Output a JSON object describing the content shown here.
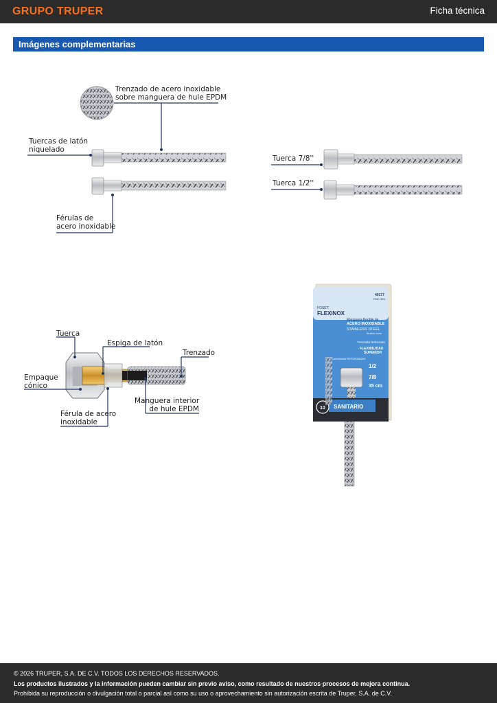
{
  "header": {
    "brand": "GRUPO TRUPER",
    "doc_type": "Ficha técnica"
  },
  "section": {
    "title": "Imágenes complementarias"
  },
  "diagram1": {
    "label_braid": [
      "Trenzado de acero inoxidable",
      "sobre manguera de hule EPDM"
    ],
    "label_nuts": [
      "Tuercas de latón",
      "niquelado"
    ],
    "label_ferrules": [
      "Férulas de",
      "acero inoxidable"
    ]
  },
  "diagram2": {
    "label_nut_78": "Tuerca 7/8''",
    "label_nut_12": "Tuerca 1/2''"
  },
  "diagram3": {
    "label_nut": "Tuerca",
    "label_spigot": "Espiga de latón",
    "label_braid": "Trenzado",
    "label_gasket": [
      "Empaque",
      "cónico"
    ],
    "label_inner_hose": [
      "Manguera interior",
      "de hule EPDM"
    ],
    "label_ferrule": [
      "Férula de acero",
      "inoxidable"
    ]
  },
  "package": {
    "brand_small": "FOSET",
    "brand": "FLEXINOX",
    "code": "49177",
    "model": "FMC-35X",
    "title_line1": "Manguera flexible de",
    "title_line2": "ACERO INOXIDABLE",
    "title_en": "STAINLESS STEEL",
    "title_en_sub": "flexible hose",
    "feature1": "Trenzado Reforzado",
    "feature2_line1": "FLEXIBILIDAD",
    "feature2_line2": "SUPERIOR",
    "conn_label": "Conexiones REFORZADAS",
    "size_a": "1/2",
    "size_b": "7/8",
    "length": "35 cm",
    "category": "SANITARIO",
    "warranty": "10"
  },
  "footer": {
    "line1": "© 2026 TRUPER, S.A. DE C.V. TODOS LOS DERECHOS RESERVADOS.",
    "line2": "Los productos ilustrados y la información pueden cambiar sin previo aviso, como resultado de nuestros procesos de mejora continua.",
    "line3": "Prohibida su reproducción o divulgación total o parcial así como su uso o aprovechamiento sin autorización escrita de Truper, S.A. de C.V."
  },
  "colors": {
    "brand_orange": "#f36f21",
    "section_blue": "#1758b1",
    "header_dark": "#2b2b2b",
    "callout_navy": "#1f3864",
    "package_blue": "#4a8fd4"
  }
}
